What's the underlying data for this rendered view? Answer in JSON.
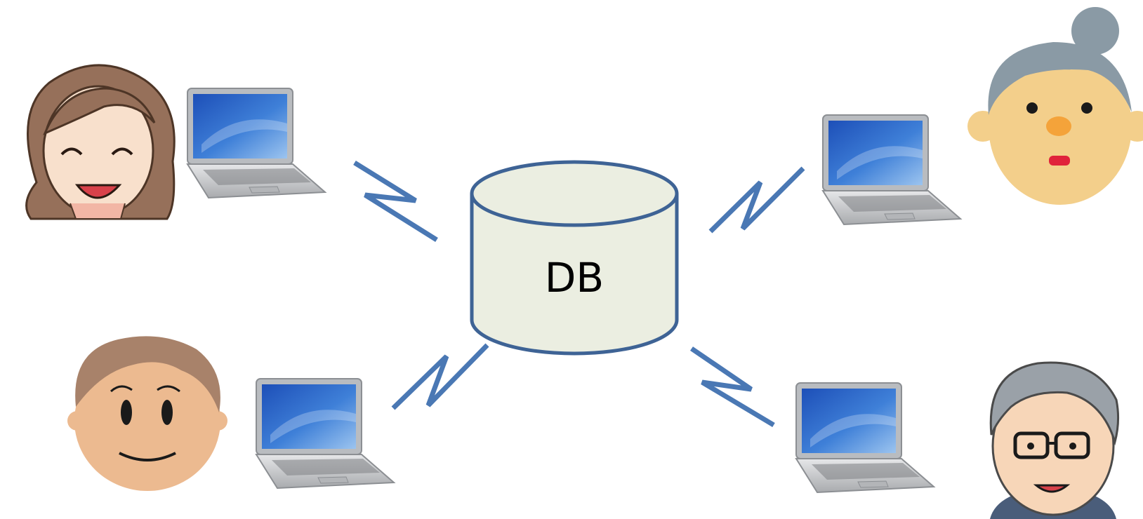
{
  "diagram": {
    "database": {
      "label": "DB"
    },
    "colors": {
      "link": "#4a78b4",
      "cylinder_fill": "#ebeee1",
      "cylinder_stroke": "#3e6395",
      "laptop_screen": "#2f66c8",
      "laptop_body": "#c9cbcd"
    },
    "nodes": [
      {
        "id": "top-left",
        "person_icon": "smiling-woman-icon",
        "device_icon": "laptop-icon"
      },
      {
        "id": "top-right",
        "person_icon": "grandmother-icon",
        "device_icon": "laptop-icon"
      },
      {
        "id": "bottom-left",
        "person_icon": "man-icon",
        "device_icon": "laptop-icon"
      },
      {
        "id": "bottom-right",
        "person_icon": "grandfather-icon",
        "device_icon": "laptop-icon"
      }
    ]
  }
}
